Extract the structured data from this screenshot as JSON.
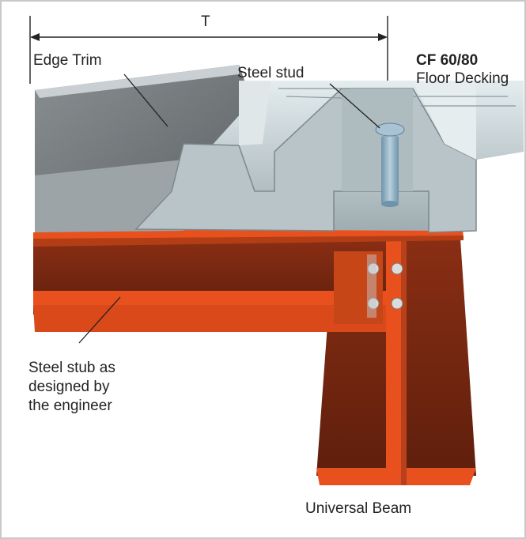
{
  "dimension": {
    "label": "T"
  },
  "labels": {
    "edge_trim": "Edge Trim",
    "steel_stud": "Steel stud",
    "decking_code": "CF 60/80",
    "decking_name": "Floor Decking",
    "stub_line1": "Steel stub as",
    "stub_line2": "designed by",
    "stub_line3": "the engineer",
    "universal_beam": "Universal Beam"
  },
  "colors": {
    "steel_orange": "#e8501e",
    "steel_dark": "#7a2a14",
    "decking_light": "#cfd9dc",
    "decking_mid": "#a9b7bb",
    "trim_grey": "#6e7376",
    "stud_blue": "#8fb0c4"
  }
}
